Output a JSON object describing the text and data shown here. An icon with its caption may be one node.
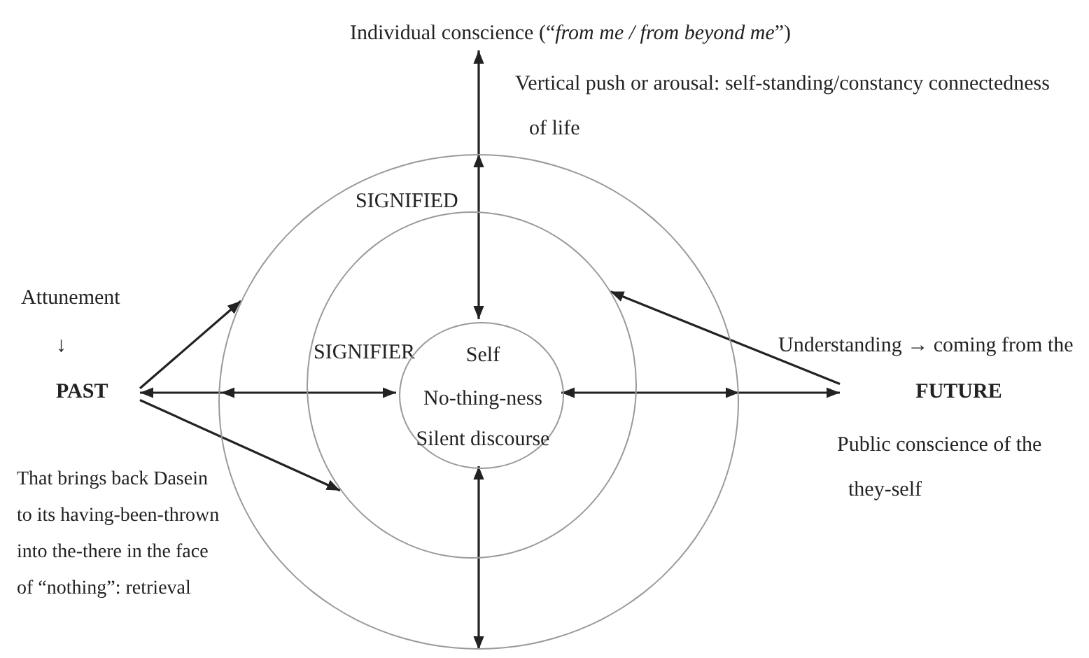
{
  "diagram": {
    "nodes": [
      {
        "text": [
          "SIGNIFIED"
        ]
      },
      {
        "text": [
          "SIGNIFIER"
        ],
        "in": 0
      },
      {
        "text": [
          "Self",
          "No-thing-ness",
          "Silent discourse"
        ],
        "in": 1
      },
      {
        "text": [
          "Individual conscience (“*from me / from beyond me*”)"
        ]
      },
      {
        "text": [
          "PAST"
        ],
        "beside": [
          "Attunement",
          "↓",
          "That brings back Dasein to its having-been-thrown into the-there in the face of “nothing”: retrieval"
        ]
      },
      {
        "text": [
          "FUTURE"
        ],
        "beside": [
          "Understanding → coming from the",
          "Public conscience of the they-self"
        ]
      }
    ],
    "edges": [
      {
        "from": 3,
        "to": 2,
        "arrow": "both"
      },
      {
        "from": 2,
        "to": 0,
        "arrow": "both"
      },
      {
        "from": 4,
        "to": 2,
        "arrow": "both"
      },
      {
        "from": 4,
        "to": 0,
        "arrow": "to"
      },
      {
        "from": 4,
        "to": 1,
        "arrow": "to"
      },
      {
        "from": 2,
        "to": 5,
        "arrow": "both"
      },
      {
        "from": 5,
        "to": 1,
        "arrow": "to"
      }
    ],
    "labels": [
      "Vertical push or arousal: self-standing/constancy connectedness of life"
    ]
  }
}
